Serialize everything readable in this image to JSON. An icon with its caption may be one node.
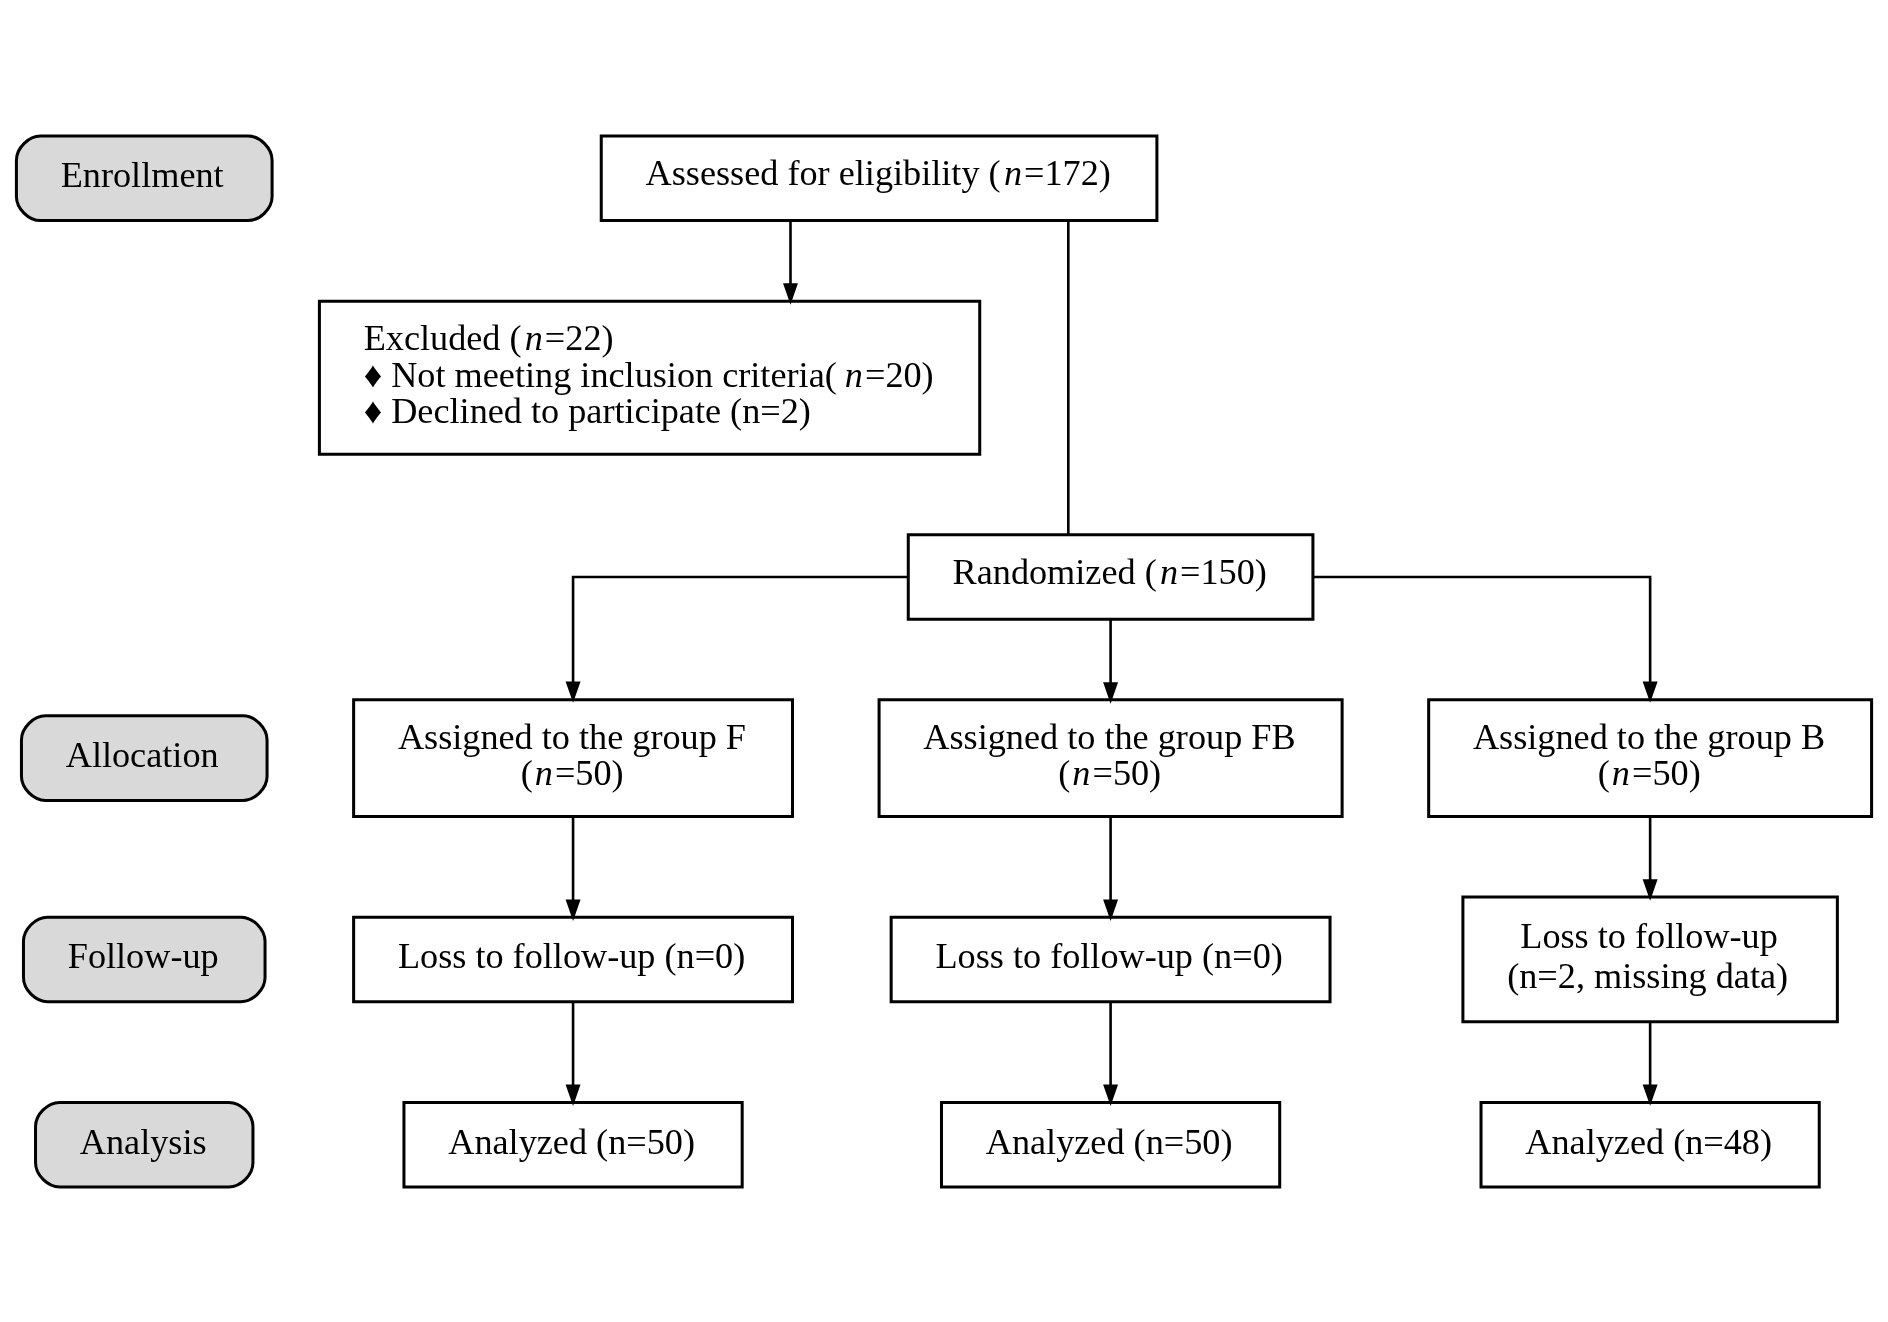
{
  "diagram": {
    "nodes": [
      {
        "text": [
          "Enrollment"
        ]
      },
      {
        "text": [
          "Assessed for eligibility (*n*=172)"
        ]
      },
      {
        "text": [
          "Excluded (*n*=22)",
          "♦ Not meeting inclusion criteria(*n*=20)",
          "♦ Declined to participate (n=2)"
        ]
      },
      {
        "text": [
          "Randomized (*n*=150)"
        ]
      },
      {
        "text": [
          "Allocation"
        ]
      },
      {
        "text": [
          "Assigned to the group F (*n*=50)"
        ]
      },
      {
        "text": [
          "Assigned to the group FB (*n*=50)"
        ]
      },
      {
        "text": [
          "Assigned to the group B (*n*=50)"
        ]
      },
      {
        "text": [
          "Follow-up"
        ]
      },
      {
        "text": [
          "Loss to follow-up (n=0)"
        ]
      },
      {
        "text": [
          "Loss to follow-up (n=0)"
        ]
      },
      {
        "text": [
          "Loss to follow-up (n=2, missing data)"
        ]
      },
      {
        "text": [
          "Analysis"
        ]
      },
      {
        "text": [
          "Analyzed (n=50)"
        ]
      },
      {
        "text": [
          "Analyzed (n=50)"
        ]
      },
      {
        "text": [
          "Analyzed (n=48)"
        ]
      }
    ],
    "edges": [
      {
        "from": 1,
        "to": 3,
        "arrow": "none"
      },
      {
        "from": 1,
        "to": 2,
        "arrow": "to"
      },
      {
        "from": 3,
        "to": 5,
        "arrow": "to"
      },
      {
        "from": 3,
        "to": 6,
        "arrow": "to"
      },
      {
        "from": 3,
        "to": 7,
        "arrow": "to"
      },
      {
        "from": 5,
        "to": 9,
        "arrow": "to"
      },
      {
        "from": 6,
        "to": 10,
        "arrow": "to"
      },
      {
        "from": 7,
        "to": 11,
        "arrow": "to"
      },
      {
        "from": 9,
        "to": 13,
        "arrow": "to"
      },
      {
        "from": 10,
        "to": 14,
        "arrow": "to"
      },
      {
        "from": 11,
        "to": 15,
        "arrow": "to"
      }
    ]
  }
}
